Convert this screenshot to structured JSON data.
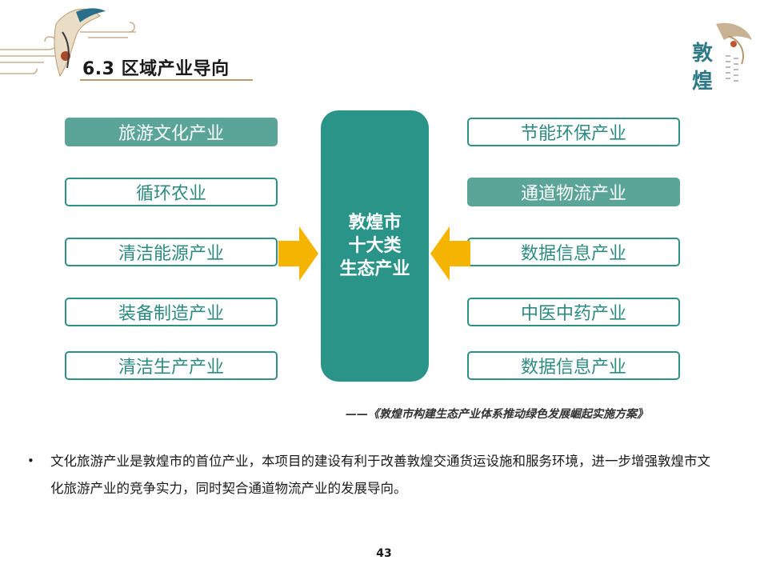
{
  "header": {
    "section_title": "6.3 区域产业导向"
  },
  "logo": {
    "icon": "dunhuang-logo-icon"
  },
  "left_boxes": [
    {
      "label": "旅游文化产业",
      "highlighted": true
    },
    {
      "label": "循环农业",
      "highlighted": false
    },
    {
      "label": "清洁能源产业",
      "highlighted": false
    },
    {
      "label": "装备制造产业",
      "highlighted": false
    },
    {
      "label": "清洁生产产业",
      "highlighted": false
    }
  ],
  "right_boxes": [
    {
      "label": "节能环保产业",
      "highlighted": false
    },
    {
      "label": "通道物流产业",
      "highlighted": true
    },
    {
      "label": "数据信息产业",
      "highlighted": false
    },
    {
      "label": "中医中药产业",
      "highlighted": false
    },
    {
      "label": "数据信息产业",
      "highlighted": false
    }
  ],
  "center": {
    "line1": "敦煌市",
    "line2": "十大类",
    "line3": "生态产业"
  },
  "source": "——《敦煌市构建生态产业体系推动绿色发展崛起实施方案》",
  "bullet": {
    "marker": "•",
    "text": "文化旅游产业是敦煌市的首位产业，本项目的建设有利于改善敦煌交通货运设施和服务环境，进一步增强敦煌市文化旅游产业的竞争实力，同时契合通道物流产业的发展导向。"
  },
  "page_number": "43",
  "colors": {
    "teal": "#2a9488",
    "teal_light": "#5aa598",
    "arrow": "#f5b400"
  }
}
